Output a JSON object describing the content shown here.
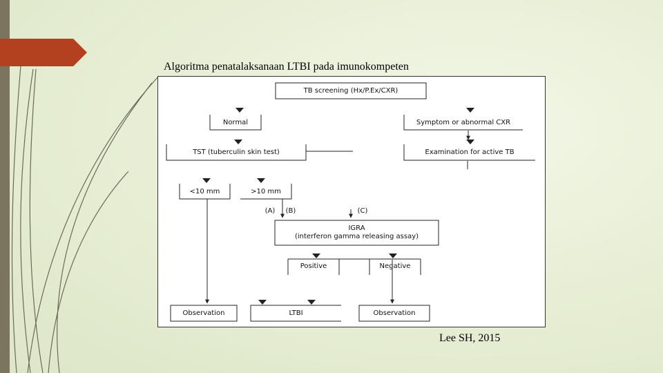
{
  "slide": {
    "title": "Algoritma penatalaksanaan LTBI pada imunokompeten",
    "credit": "Lee SH, 2015"
  },
  "colors": {
    "accent": "#b3401f",
    "left_bar": "#7b7560",
    "background": "#e8efd6"
  },
  "flowchart": {
    "tb_screening": "TB screening (Hx/P.Ex/CXR)",
    "normal": "Normal",
    "symptom": "Symptom or abnormal CXR",
    "tst": "TST (tuberculin skin test)",
    "exam_active": "Examination for active TB",
    "lt10": "<10 mm",
    "gt10": ">10 mm",
    "path_a": "(A)",
    "path_b": "(B)",
    "path_c": "(C)",
    "igra_line1": "IGRA",
    "igra_line2": "(interferon gamma releasing assay)",
    "positive": "Positive",
    "negative": "Negative",
    "observation_left": "Observation",
    "ltbi": "LTBI",
    "observation_right": "Observation"
  }
}
